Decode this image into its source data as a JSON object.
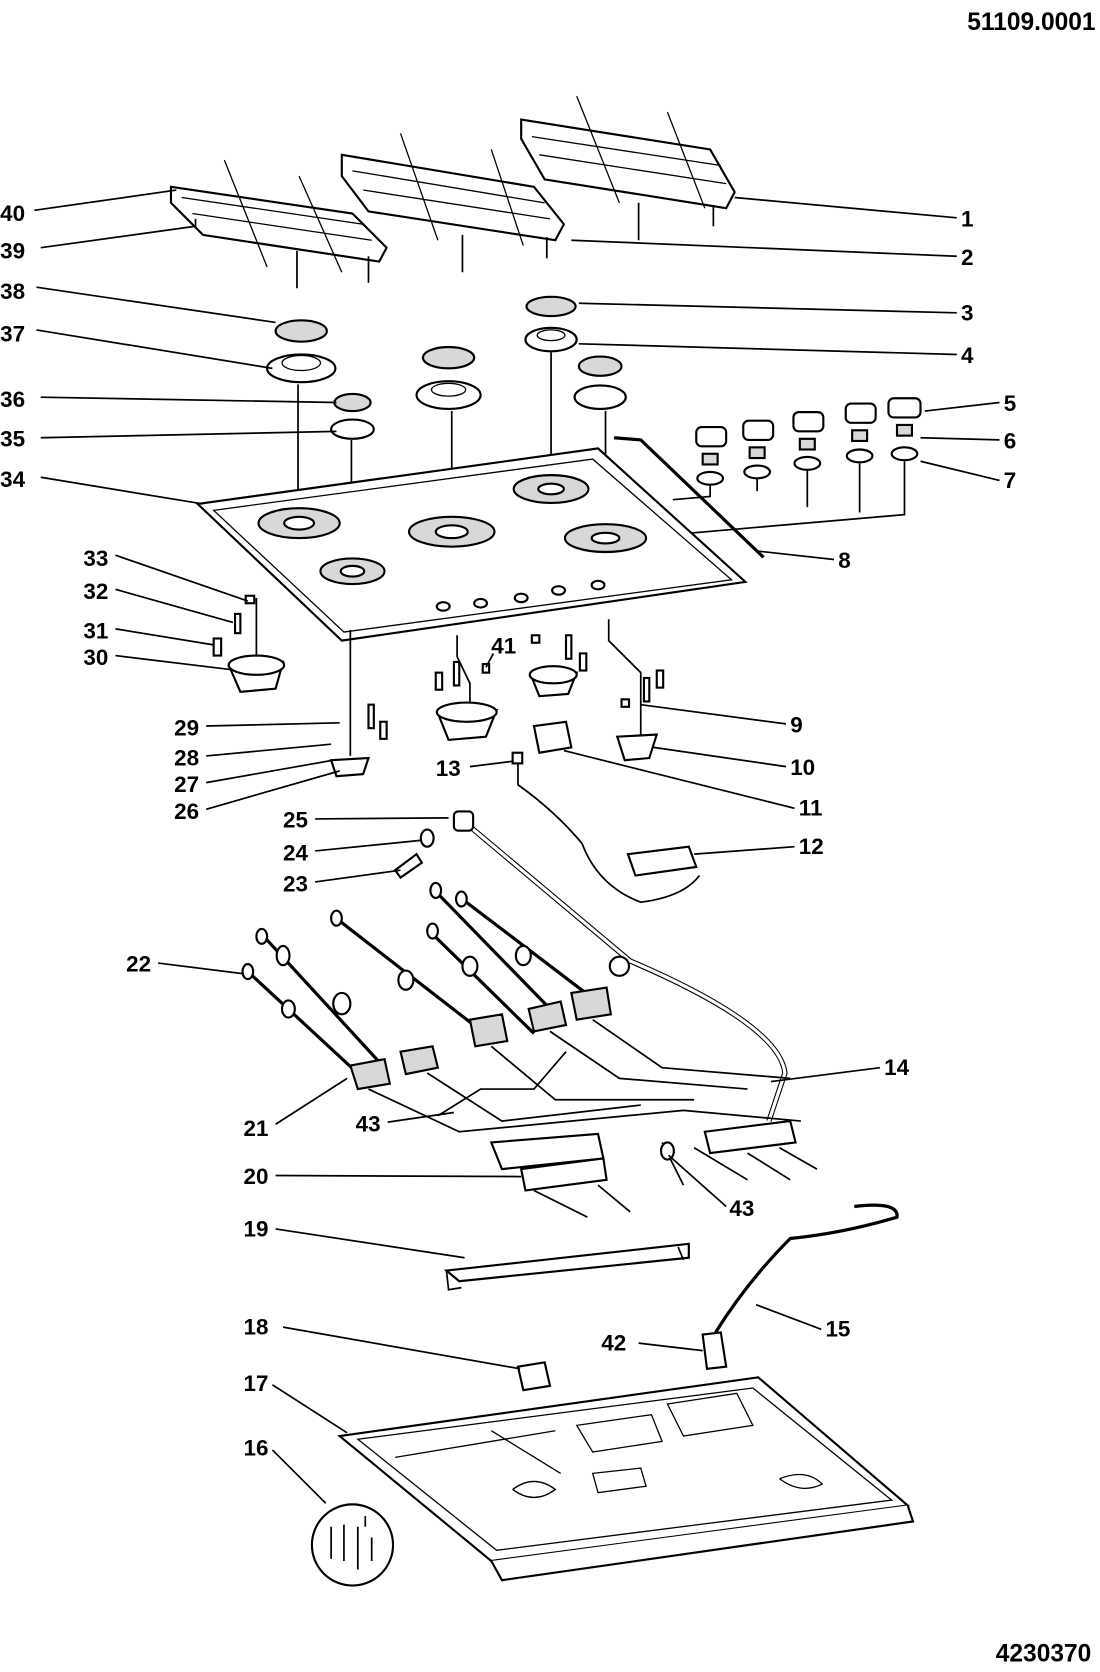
{
  "drawing_number": "51109.0001",
  "document_number": "4230370",
  "part_labels": {
    "p1": "1",
    "p2": "2",
    "p3": "3",
    "p4": "4",
    "p5": "5",
    "p6": "6",
    "p7": "7",
    "p8": "8",
    "p9": "9",
    "p10": "10",
    "p11": "11",
    "p12": "12",
    "p13": "13",
    "p14": "14",
    "p15": "15",
    "p16": "16",
    "p17": "17",
    "p18": "18",
    "p19": "19",
    "p20": "20",
    "p21": "21",
    "p22": "22",
    "p23": "23",
    "p24": "24",
    "p25": "25",
    "p26": "26",
    "p27": "27",
    "p28": "28",
    "p29": "29",
    "p30": "30",
    "p31": "31",
    "p32": "32",
    "p33": "33",
    "p34": "34",
    "p35": "35",
    "p36": "36",
    "p37": "37",
    "p38": "38",
    "p39": "39",
    "p40": "40",
    "p41": "41",
    "p42": "42",
    "p43a": "43",
    "p43b": "43"
  }
}
